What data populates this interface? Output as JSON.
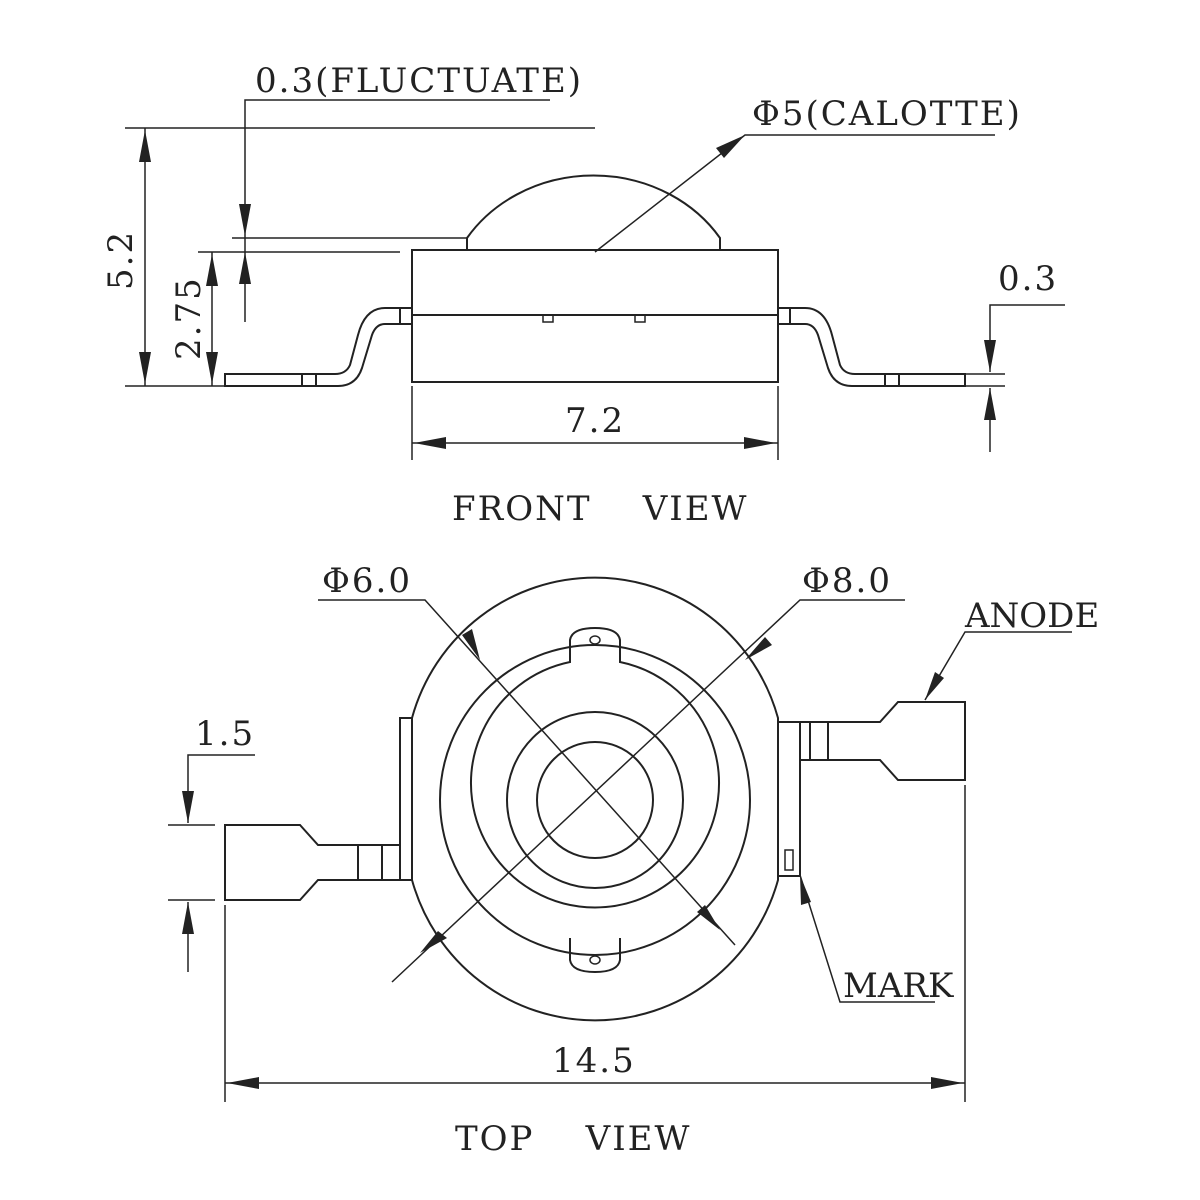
{
  "front_view": {
    "label": "FRONT    VIEW",
    "dim_fluctuate": "0.3(FLUCTUATE)",
    "dim_calotte": "Φ5(CALOTTE)",
    "dim_height_total": "5.2",
    "dim_height_body": "2.75",
    "dim_width": "7.2",
    "dim_lead_thickness": "0.3"
  },
  "top_view": {
    "label": "TOP    VIEW",
    "dim_inner_dia": "Φ6.0",
    "dim_outer_dia": "Φ8.0",
    "dim_lead_width": "1.5",
    "dim_total_length": "14.5",
    "anode_label": "ANODE",
    "mark_label": "MARK"
  }
}
